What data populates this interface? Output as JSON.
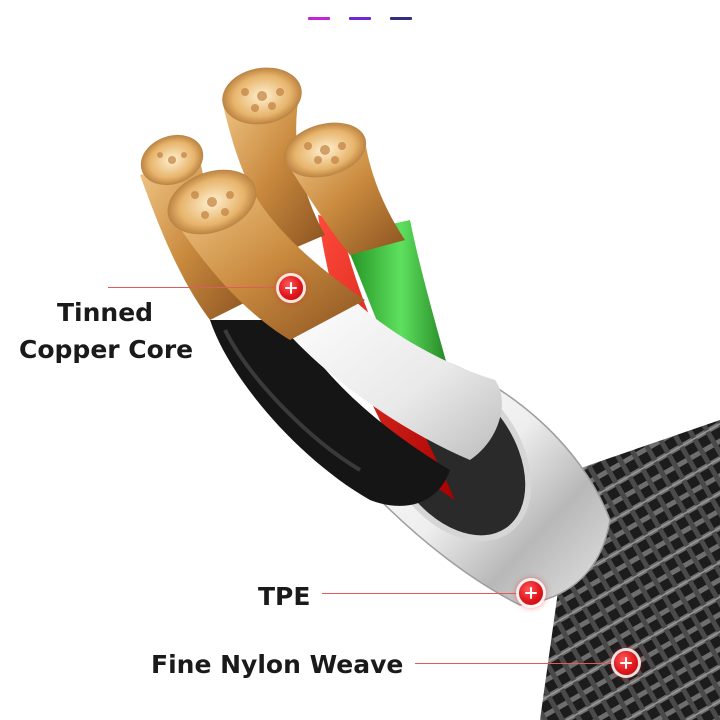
{
  "labels": {
    "copper_line1": "Tinned",
    "copper_line2": "Copper Core",
    "tpe": "TPE",
    "nylon": "Fine Nylon Weave"
  },
  "colors": {
    "accent_dash_1": "#c026d3",
    "accent_dash_2": "#6d28d9",
    "accent_dash_3": "#312e81",
    "marker_red": "#e0161c",
    "wire_red": "#e01515",
    "wire_green": "#2eb82e",
    "wire_white": "#f2f2f2",
    "wire_black": "#1a1a1a",
    "braid_dark": "#2a2a2a",
    "copper": "#d9a05b"
  },
  "icons": {
    "copper_marker": "plus-marker-icon",
    "tpe_marker": "plus-marker-icon",
    "nylon_marker": "plus-marker-icon"
  }
}
